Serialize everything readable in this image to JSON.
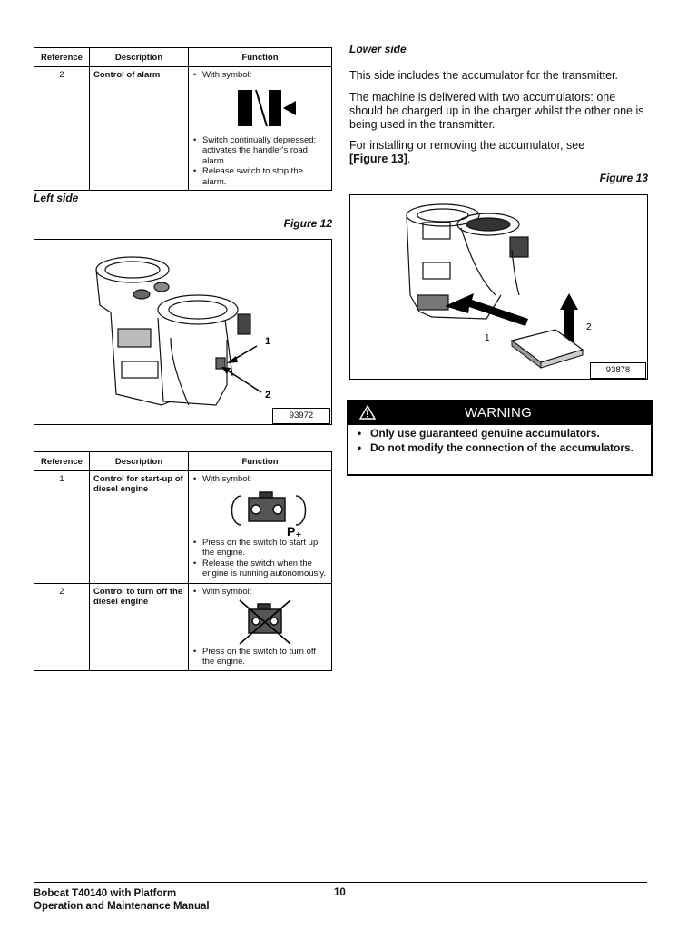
{
  "table1": {
    "headers": [
      "Reference",
      "Description",
      "Function"
    ],
    "rows": [
      {
        "reference": "2",
        "description": "Control of alarm",
        "function_intro": "With symbol:",
        "function_items": [
          "Switch continually depressed: activates the handler's road alarm.",
          "Release switch to stop the alarm."
        ],
        "symbol_icon": "horn-alarm-icon"
      }
    ]
  },
  "left_side": {
    "heading": "Left side",
    "figure_caption": "Figure 12",
    "figure_number": "93972",
    "callouts": [
      "1",
      "2"
    ]
  },
  "table2": {
    "headers": [
      "Reference",
      "Description",
      "Function"
    ],
    "rows": [
      {
        "reference": "1",
        "description": "Control for start-up of diesel engine",
        "function_intro": "With symbol:",
        "function_items": [
          "Press on the switch to start up the engine.",
          "Release the switch when the engine is running autonomously."
        ],
        "symbol_icon": "engine-start-icon"
      },
      {
        "reference": "2",
        "description": "Control to turn off the diesel engine",
        "function_intro": "With symbol:",
        "function_items": [
          "Press on the switch to turn off the engine."
        ],
        "symbol_icon": "engine-stop-icon"
      }
    ]
  },
  "lower_side": {
    "heading": "Lower side",
    "p1": "This side includes the accumulator for the transmitter.",
    "p2": "The machine is delivered with two accumulators: one should be charged up in the charger whilst the other one is being used in the transmitter.",
    "p3_text": "For installing or removing the accumulator, see",
    "p3_ref": "[Figure 13]",
    "p3_end": ".",
    "figure_caption": "Figure 13",
    "figure_number": "93878",
    "callouts": [
      "1",
      "2"
    ]
  },
  "warning": {
    "title": "WARNING",
    "items": [
      "Only use guaranteed genuine accumulators.",
      "Do not modify the connection of the accumulators."
    ]
  },
  "footer": {
    "line1": "Bobcat T40140 with Platform",
    "line2": "Operation and Maintenance Manual",
    "page": "10"
  }
}
